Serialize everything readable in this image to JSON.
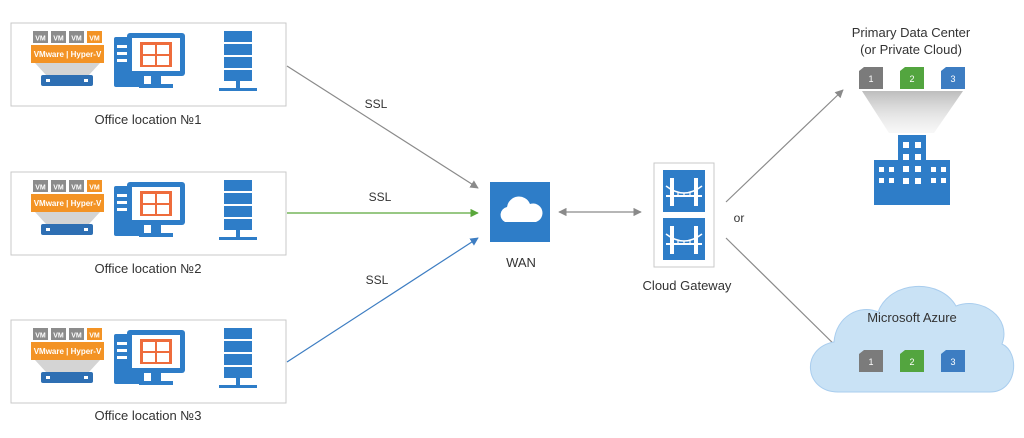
{
  "offices": [
    {
      "label": "Office location №1",
      "vm_labels": [
        "VM",
        "VM",
        "VM",
        "VM"
      ],
      "hypervisor": "VMware | Hyper-V"
    },
    {
      "label": "Office location №2",
      "vm_labels": [
        "VM",
        "VM",
        "VM",
        "VM"
      ],
      "hypervisor": "VMware | Hyper-V"
    },
    {
      "label": "Office location №3",
      "vm_labels": [
        "VM",
        "VM",
        "VM",
        "VM"
      ],
      "hypervisor": "VMware | Hyper-V"
    }
  ],
  "links": [
    {
      "label": "SSL",
      "color": "#8a8a8a"
    },
    {
      "label": "SSL",
      "color": "#5aa73b"
    },
    {
      "label": "SSL",
      "color": "#3d7dc2"
    }
  ],
  "wan": {
    "label": "WAN",
    "color": "#2e7dc8"
  },
  "gateway": {
    "label": "Cloud Gateway"
  },
  "or_label": "or",
  "datacenter": {
    "title_line1": "Primary Data Center",
    "title_line2": "(or Private Cloud)"
  },
  "azure": {
    "label": "Microsoft Azure",
    "cloud_color": "#c9e2f5"
  },
  "repositories": [
    {
      "number": "1",
      "color": "#7b7b7b"
    },
    {
      "number": "2",
      "color": "#53a53f"
    },
    {
      "number": "3",
      "color": "#3d7dc2"
    }
  ],
  "colors": {
    "accent_blue": "#2e7dc8",
    "vm_gray": "#8c8c8c",
    "vm_orange": "#f39325",
    "windows_orange": "#ee6c3c"
  }
}
